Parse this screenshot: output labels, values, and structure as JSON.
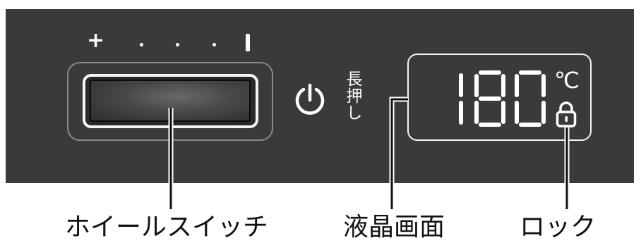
{
  "control_panel": {
    "scale_plus": "+",
    "scale_minus": "I",
    "power_note": "長押し",
    "display": {
      "temperature": "180",
      "unit": "℃"
    }
  },
  "callouts": {
    "wheel_switch": "ホイールスイッチ",
    "lcd_screen": "液晶画面",
    "lock": "ロック"
  },
  "icons": [
    "power-icon",
    "padlock-icon"
  ],
  "colors": {
    "panel": "#3c3a39",
    "foreground": "#ffffff",
    "label_text": "#111111"
  }
}
